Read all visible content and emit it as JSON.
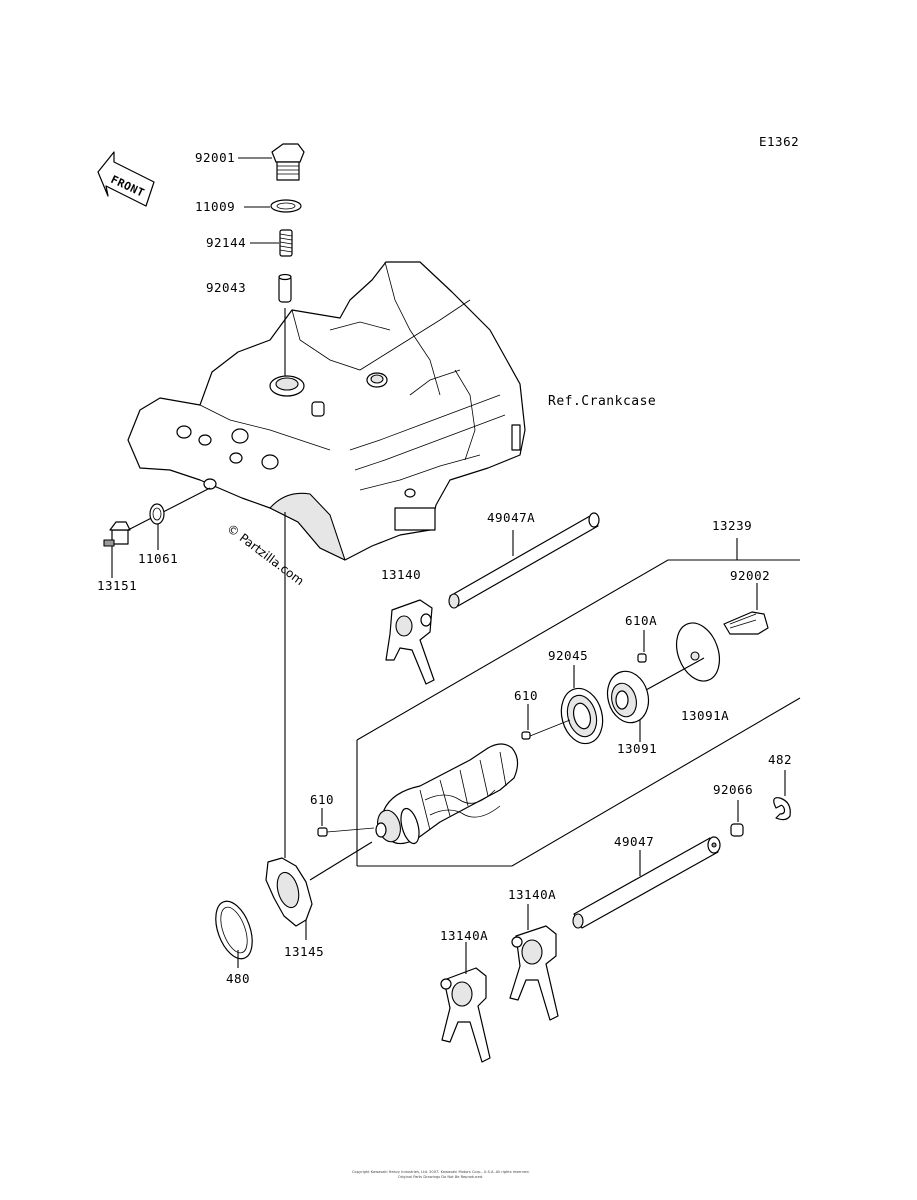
{
  "diagram_code": "E1362",
  "front_label": "FRONT",
  "reference_label": "Ref.Crankcase",
  "watermark": "© Partzilla.com",
  "footer": {
    "line1": "Copyright Kawasaki Heavy Industries, Ltd. 2007. Kawasaki Motors Corp., U.S.A. All rights reserved.",
    "line2": "Original Parts Drawings Do Not Be Reproduced."
  },
  "callouts": {
    "p92001": "92001",
    "p11009": "11009",
    "p92144": "92144",
    "p92043": "92043",
    "p13151": "13151",
    "p11061": "11061",
    "p49047A": "49047A",
    "p13239": "13239",
    "p13140": "13140",
    "p92002": "92002",
    "p610A": "610A",
    "p92045": "92045",
    "p610_upper": "610",
    "p13091": "13091",
    "p13091A": "13091A",
    "p482": "482",
    "p92066": "92066",
    "p610_lower": "610",
    "p49047": "49047",
    "p13140A_upper": "13140A",
    "p13140A_lower": "13140A",
    "p13145": "13145",
    "p480": "480"
  }
}
